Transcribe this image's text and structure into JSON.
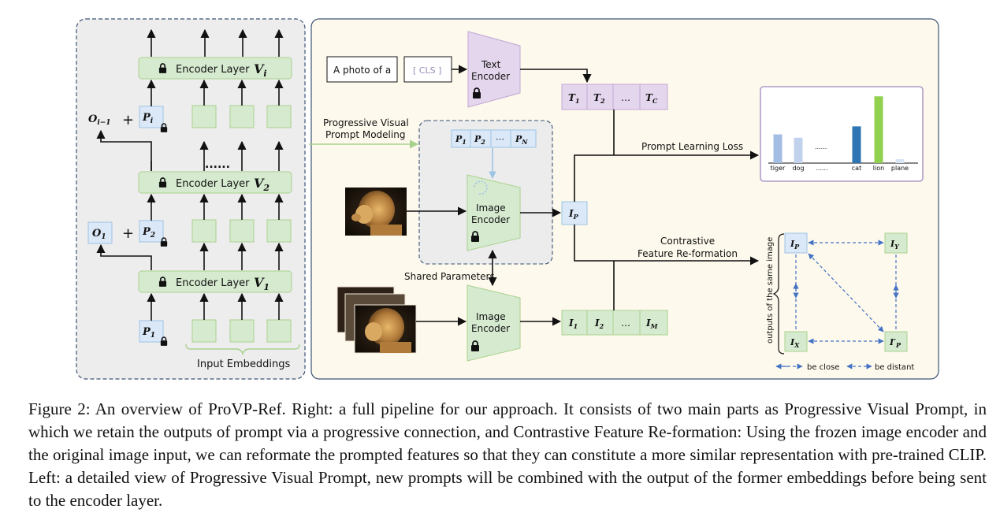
{
  "left": {
    "layers": [
      {
        "label": "Encoder Layer",
        "var": "V",
        "sub": "i"
      },
      {
        "label": "Encoder Layer",
        "var": "V",
        "sub": "2"
      },
      {
        "label": "Encoder Layer",
        "var": "V",
        "sub": "1"
      }
    ],
    "prompts": [
      {
        "var": "P",
        "sub": "i"
      },
      {
        "var": "P",
        "sub": "2"
      },
      {
        "var": "P",
        "sub": "1"
      }
    ],
    "outputs": [
      {
        "var": "O",
        "sub": "i−1"
      },
      {
        "var": "O",
        "sub": "1"
      }
    ],
    "plus": "+",
    "ellipsis": "......",
    "input_embeddings": "Input Embeddings"
  },
  "right": {
    "text_prompt": "A photo of a",
    "cls": "[ CLS ]",
    "text_encoder_l1": "Text",
    "text_encoder_l2": "Encoder",
    "text_tokens": [
      {
        "var": "T",
        "sub": "1"
      },
      {
        "var": "T",
        "sub": "2"
      },
      {
        "var": "…",
        "sub": ""
      },
      {
        "var": "T",
        "sub": "C"
      }
    ],
    "pvpm_l1": "Progressive Visual",
    "pvpm_l2": "Prompt Modeling",
    "prompt_tokens": [
      {
        "var": "P",
        "sub": "1"
      },
      {
        "var": "P",
        "sub": "2"
      },
      {
        "var": "⋯",
        "sub": ""
      },
      {
        "var": "P",
        "sub": "N"
      }
    ],
    "image_encoder_l1": "Image",
    "image_encoder_l2": "Encoder",
    "ip": {
      "var": "I",
      "sub": "P"
    },
    "shared_parameters": "Shared Parameters",
    "image_tokens": [
      {
        "var": "I",
        "sub": "1"
      },
      {
        "var": "I",
        "sub": "2"
      },
      {
        "var": "…",
        "sub": ""
      },
      {
        "var": "I",
        "sub": "M"
      }
    ],
    "prompt_learning_loss": "Prompt Learning Loss",
    "cfr_l1": "Contrastive",
    "cfr_l2": "Feature Re-formation",
    "side_label": "outputs of the same image",
    "cfr_nodes": {
      "ip": {
        "var": "I",
        "sub": "P"
      },
      "iy": {
        "var": "I",
        "sub": "Y"
      },
      "ix": {
        "var": "I",
        "sub": "X"
      },
      "ipp": {
        "var": "I′",
        "sub": "P"
      }
    },
    "legend_close": "be close",
    "legend_distant": "be distant"
  },
  "chart_data": {
    "type": "bar",
    "categories": [
      "tiger",
      "dog",
      "......",
      "cat",
      "lion",
      "plane"
    ],
    "values": [
      0.43,
      0.38,
      0,
      0.55,
      1.0,
      0.06
    ],
    "ylim": [
      0,
      1.05
    ],
    "colors": [
      "#a3bde3",
      "#c1d3ec",
      "#ffffff",
      "#2e75b6",
      "#92d050",
      "#d9e4f4"
    ]
  },
  "caption": "Figure 2: An overview of ProVP-Ref. Right: a full pipeline for our approach. It consists of two main parts as Progressive Visual Prompt, in which we retain the outputs of prompt via a progressive connection, and Contrastive Feature Re-formation: Using the frozen image encoder and the original image input, we can reformate the prompted features so that they can constitute a more similar representation with pre-trained CLIP. Left: a detailed view of Progressive Visual Prompt, new prompts will be combined with the output of the former embeddings before being sent to the encoder layer.",
  "colors": {
    "encoder_green": "#d6ead0",
    "prompt_blue": "#dbe8f7",
    "text_purple": "#e4d6ec",
    "right_bg": "#fdf9ec",
    "left_bg": "#ededed",
    "frame_border": "#3b5375"
  }
}
